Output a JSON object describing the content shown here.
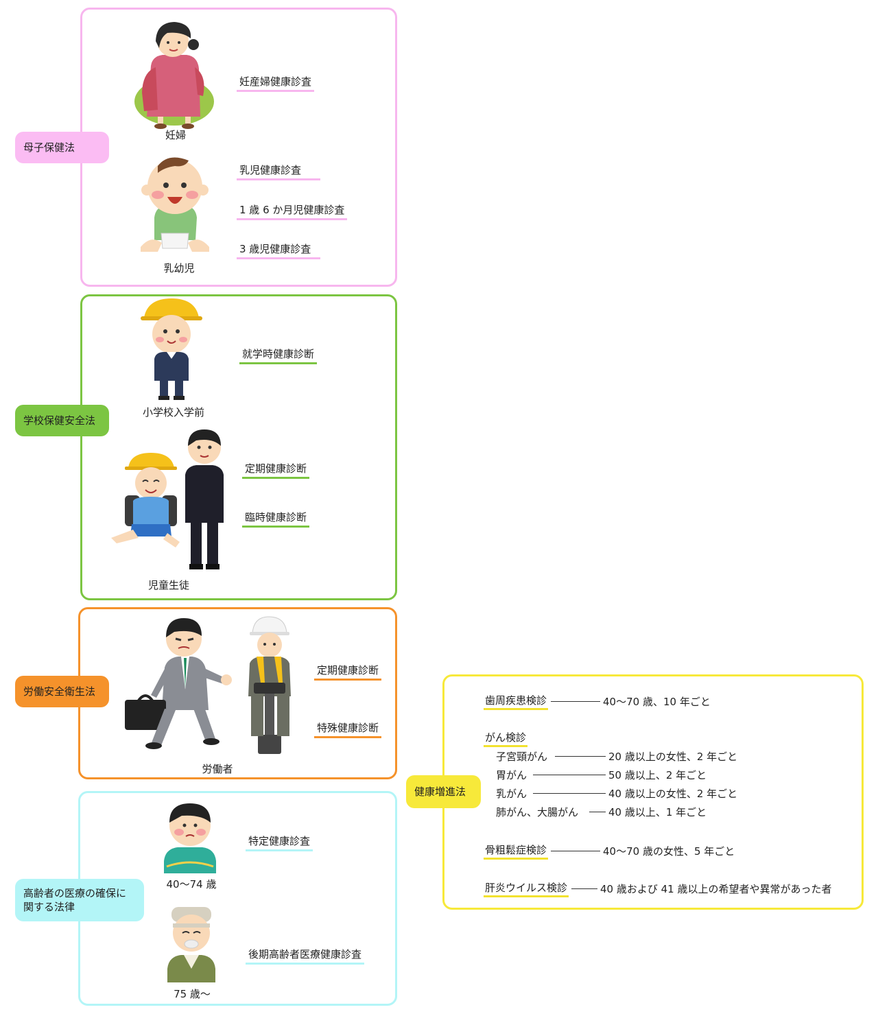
{
  "groups": {
    "boshi": {
      "law": "母子保健法",
      "color": "#f7b6ee",
      "captions": {
        "pregnant": "妊婦",
        "infant": "乳幼児"
      },
      "items": [
        "妊産婦健康診査",
        "乳児健康診査",
        "1 歳 6 か月児健康診査",
        "3 歳児健康診査"
      ]
    },
    "school": {
      "law": "学校保健安全法",
      "color": "#7cc542",
      "captions": {
        "preschool": "小学校入学前",
        "students": "児童生徒"
      },
      "items": [
        "就学時健康診断",
        "定期健康診断",
        "臨時健康診断"
      ]
    },
    "labor": {
      "law": "労働安全衛生法",
      "color": "#f5922b",
      "captions": {
        "workers": "労働者"
      },
      "items": [
        "定期健康診断",
        "特殊健康診断"
      ]
    },
    "elderly": {
      "law_line1": "高齢者の医療の確保に",
      "law_line2": "関する法律",
      "color": "#b3f5f7",
      "captions": {
        "middle": "40～74 歳",
        "old": "75 歳～"
      },
      "items": [
        "特定健康診査",
        "後期高齢者医療健康診査"
      ]
    }
  },
  "promotion": {
    "law": "健康増進法",
    "color": "#f7e93a",
    "periodontal": {
      "label": "歯周疾患検診",
      "detail": "40～70 歳、10 年ごと"
    },
    "cancer": {
      "label": "がん検診",
      "rows": [
        {
          "label": "子宮頸がん",
          "detail": "20 歳以上の女性、2 年ごと"
        },
        {
          "label": "胃がん",
          "detail": "50 歳以上、2 年ごと"
        },
        {
          "label": "乳がん",
          "detail": "40 歳以上の女性、2 年ごと"
        },
        {
          "label": "肺がん、大腸がん",
          "detail": "40 歳以上、1 年ごと"
        }
      ]
    },
    "osteoporosis": {
      "label": "骨粗鬆症検診",
      "detail": "40～70 歳の女性、5 年ごと"
    },
    "hepatitis": {
      "label": "肝炎ウイルス検診",
      "detail": "40 歳および 41 歳以上の希望者や異常があった者"
    }
  }
}
